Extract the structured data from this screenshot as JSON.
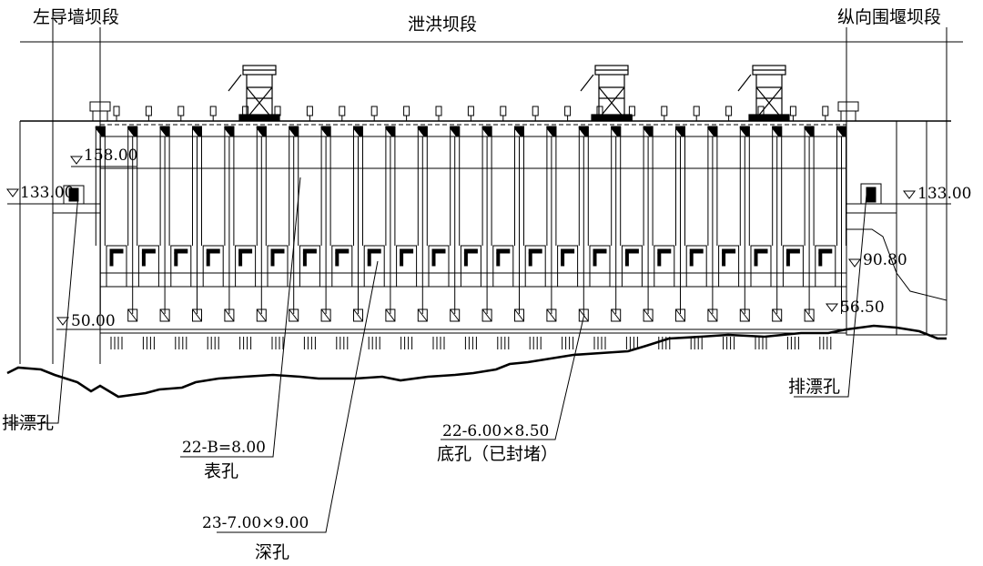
{
  "sections": {
    "left": "左导墙坝段",
    "middle": "泄洪坝段",
    "right": "纵向围堰坝段"
  },
  "elevations": {
    "e158": "158.00",
    "e133_left": "133.00",
    "e133_right": "133.00",
    "e90": "90.80",
    "e56": "56.50",
    "e50": "50.00"
  },
  "annotations": {
    "debris_left": "排漂孔",
    "debris_right": "排漂孔",
    "surface_count": "22-B=8.00",
    "surface_name": "表孔",
    "deep_count": "23-7.00×9.00",
    "deep_name": "深孔",
    "bottom_count": "22-6.00×8.50",
    "bottom_name": "底孔（已封堵）"
  },
  "counts": {
    "deep_holes": 23,
    "surface_gates": 22,
    "bottom_holes": 22,
    "gantry_cranes": 3
  },
  "colors": {
    "line": "#000000",
    "background": "#ffffff"
  }
}
